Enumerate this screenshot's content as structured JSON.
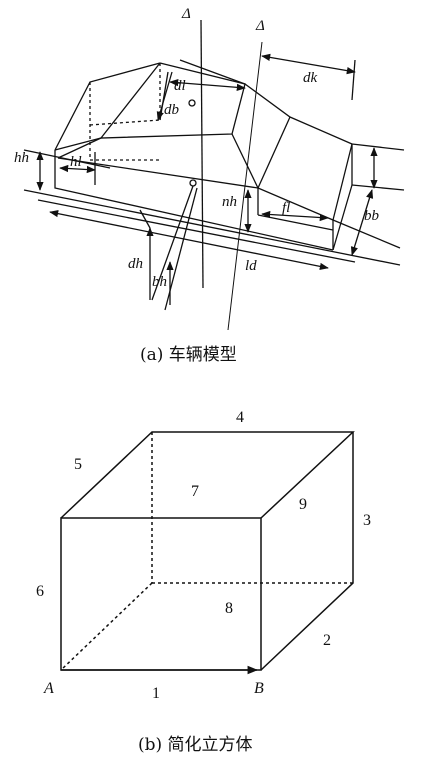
{
  "figure_a": {
    "caption": "(a) 车辆模型",
    "labels": {
      "delta_1": "Δ",
      "delta_2": "Δ",
      "dl": "dl",
      "db": "db",
      "dk": "dk",
      "hh": "hh",
      "hl": "hl",
      "nh": "nh",
      "fl": "fl",
      "bb": "bb",
      "dh": "dh",
      "bh": "bh",
      "ld": "ld"
    }
  },
  "figure_b": {
    "caption": "(b) 简化立方体",
    "face_numbers": [
      "1",
      "2",
      "3",
      "4",
      "5",
      "6",
      "7",
      "8",
      "9"
    ],
    "vertex_a": "A",
    "vertex_b": "B"
  }
}
